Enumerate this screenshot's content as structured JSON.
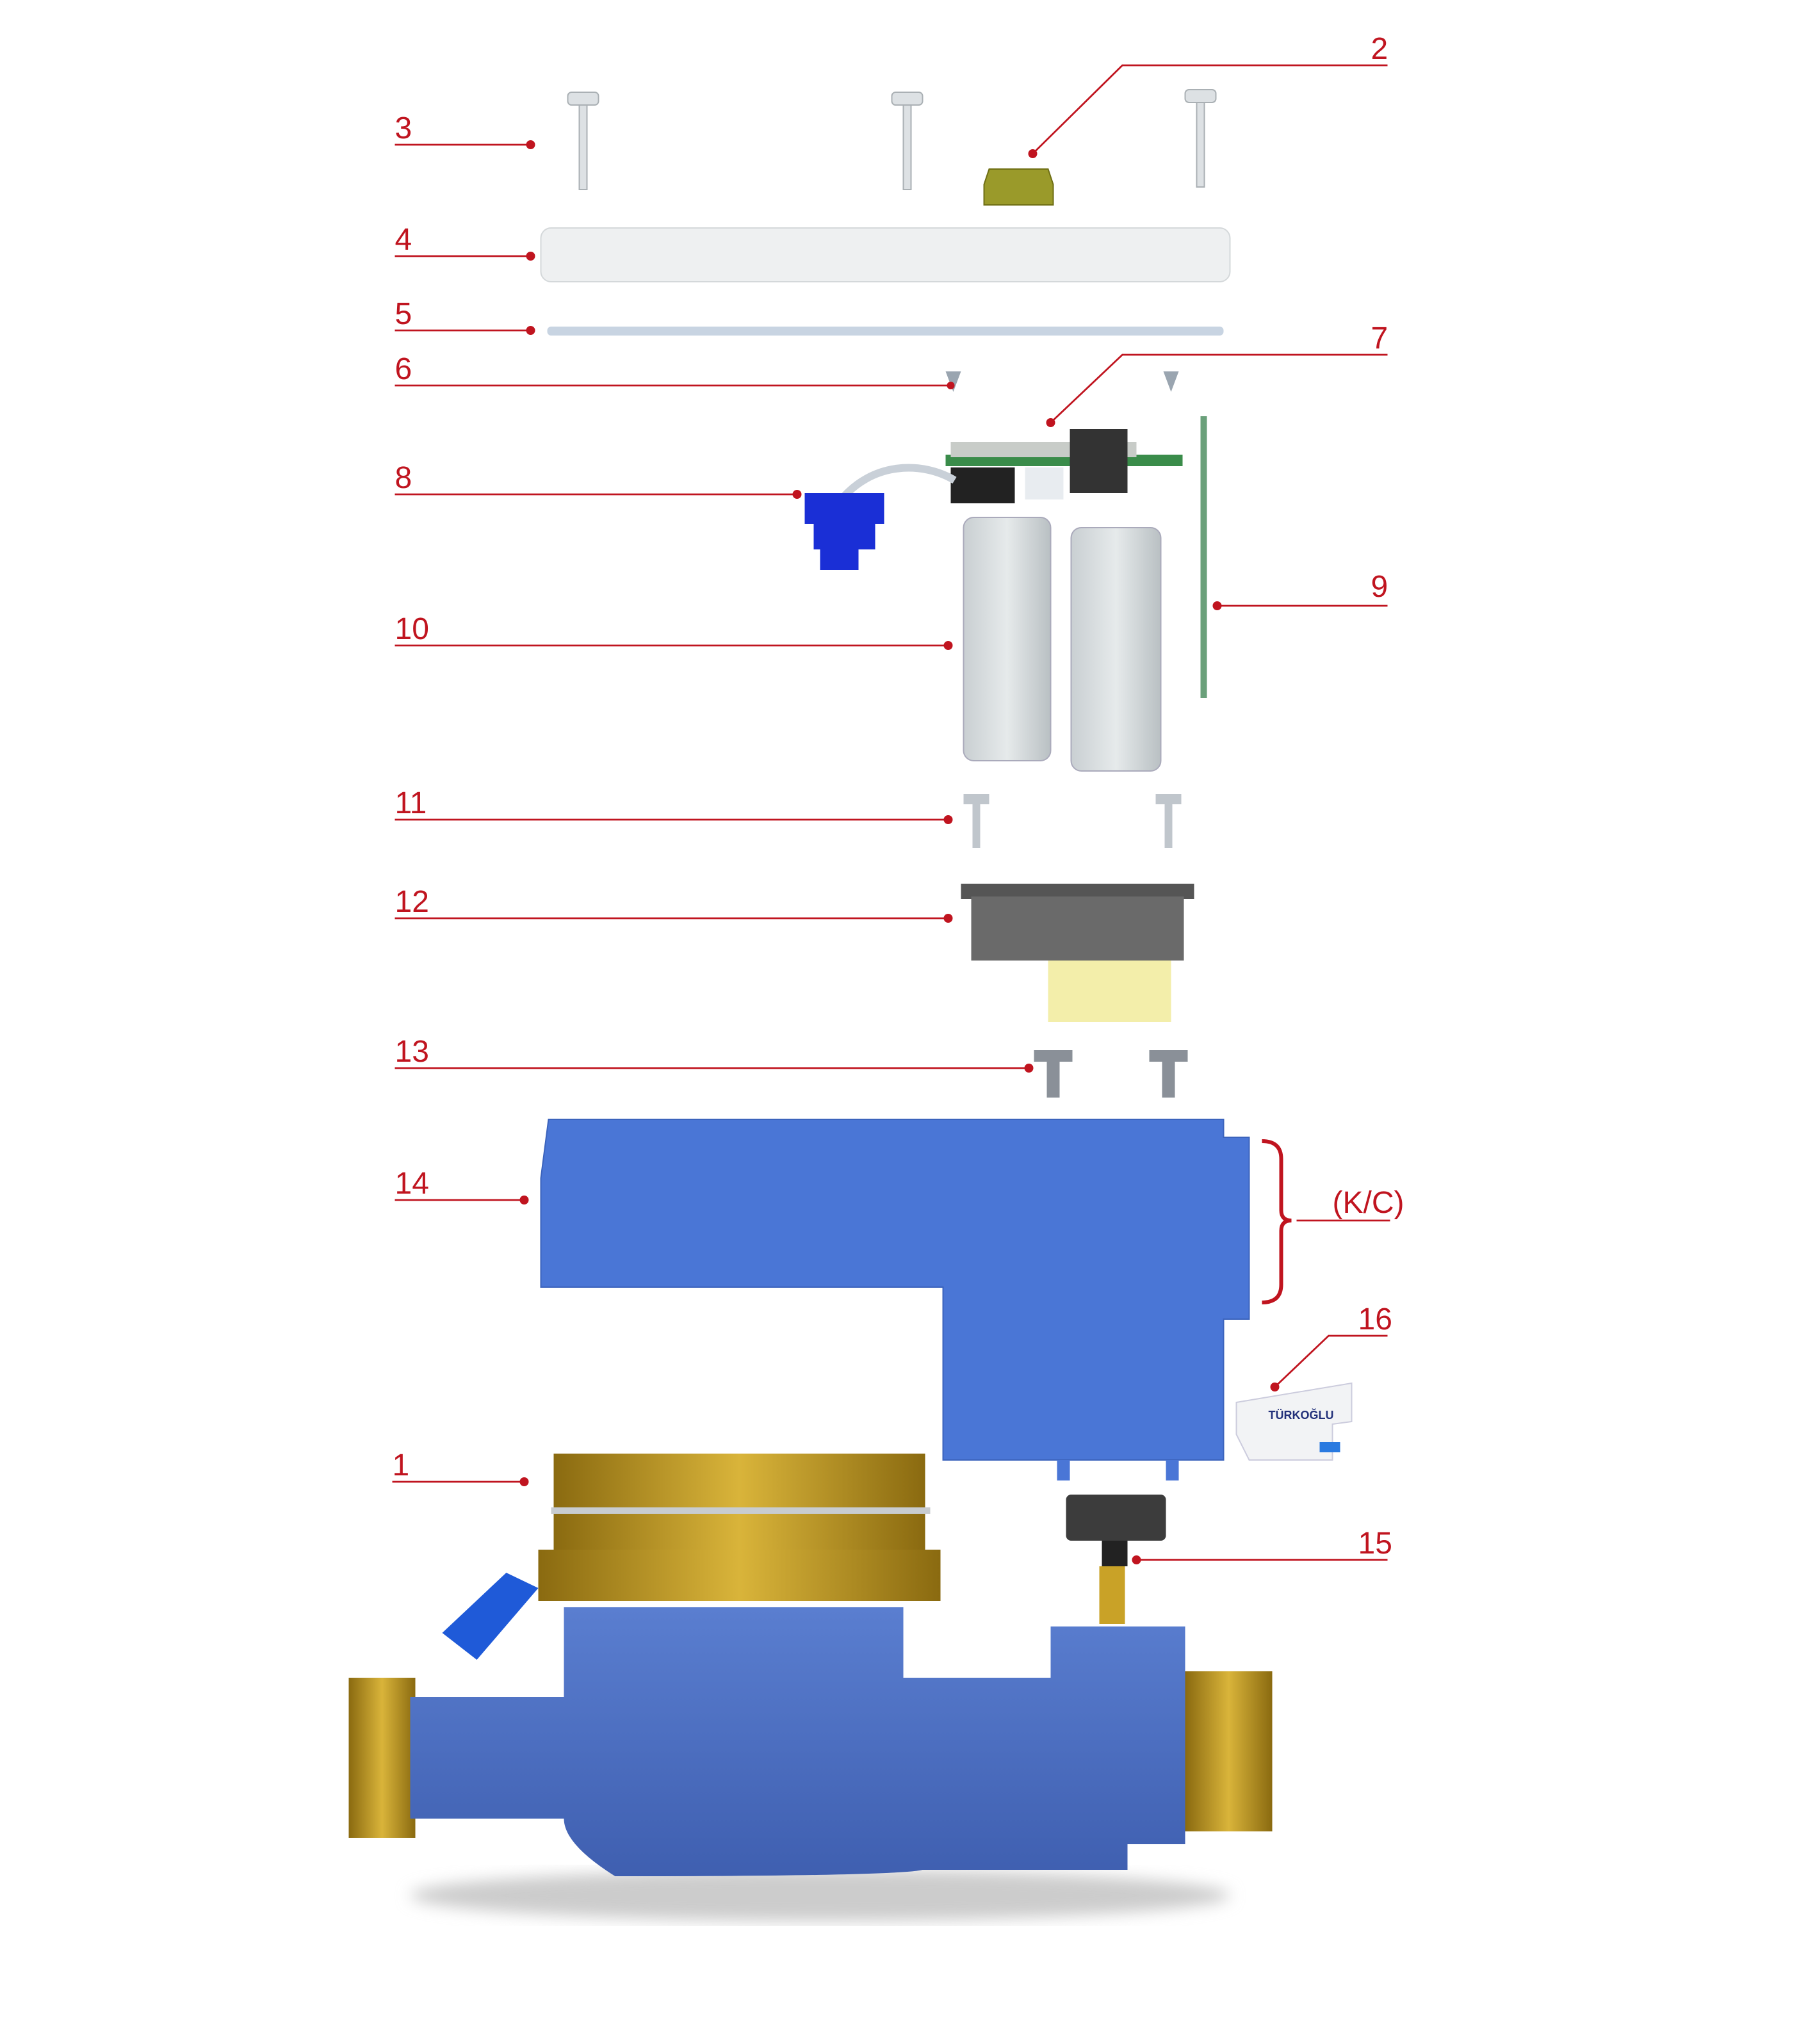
{
  "diagram": {
    "callouts": {
      "c1": "1",
      "c2": "2",
      "c3": "3",
      "c4": "4",
      "c5": "5",
      "c6": "6",
      "c7": "7",
      "c8": "8",
      "c9": "9",
      "c10": "10",
      "c11": "11",
      "c12": "12",
      "c13": "13",
      "c14": "14",
      "c15": "15",
      "c16": "16",
      "kc": "(K/C)"
    },
    "logo_text": "TÜRKOĞLU",
    "colors": {
      "callout": "#c0141f",
      "body_blue": "#4a6fc8",
      "cover_blue": "#4a76d6",
      "brass": "#c9a227",
      "connector_blue": "#1a2fd6"
    }
  }
}
